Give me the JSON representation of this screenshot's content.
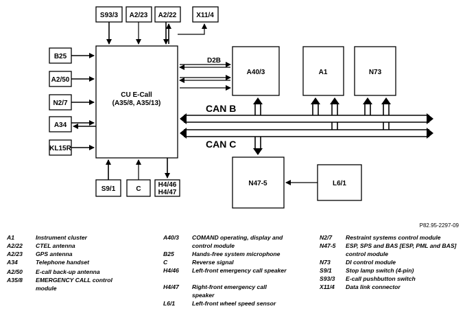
{
  "figure_id": "P82.95-2297-09",
  "blocks": {
    "cu": {
      "line1": "CU  E-Call",
      "line2": "(A35/8, A35/13)"
    },
    "s93": "S93/3",
    "a223": "A2/23",
    "a222": "A2/22",
    "x114": "X11/4",
    "b25": "B25",
    "a250": "A2/50",
    "n27": "N2/7",
    "a34": "A34",
    "kl15r": "KL15R",
    "s91": "S9/1",
    "c": "C",
    "h446": "H4/46",
    "h447": "H4/47",
    "a403": "A40/3",
    "a1": "A1",
    "n73": "N73",
    "n475": "N47-5",
    "l61": "L6/1"
  },
  "buses": {
    "d2b": "D2B",
    "can_b": "CAN B",
    "can_c": "CAN C"
  },
  "legend": {
    "col1": [
      {
        "code": "A1",
        "desc": "Instrument cluster"
      },
      {
        "code": "A2/22",
        "desc": "CTEL antenna"
      },
      {
        "code": "A2/23",
        "desc": "GPS antenna"
      },
      {
        "code": "A34",
        "desc": "Telephone handset"
      },
      {
        "code": "A2/50",
        "desc": "E-call back-up antenna"
      },
      {
        "code": "A35/8",
        "desc": "EMERGENCY CALL control module"
      }
    ],
    "col2": [
      {
        "code": "A40/3",
        "desc": "COMAND operating, display and control module"
      },
      {
        "code": "B25",
        "desc": "Hands-free system microphone"
      },
      {
        "code": "C",
        "desc": "Reverse signal"
      },
      {
        "code": "H4/46",
        "desc": "Left-front emergency call speaker"
      },
      {
        "code": "H4/47",
        "desc": "Right-front emergency call speaker"
      },
      {
        "code": "L6/1",
        "desc": "Left-front wheel speed sensor"
      }
    ],
    "col3": [
      {
        "code": "N2/7",
        "desc": "Restraint systems control module"
      },
      {
        "code": "N47-5",
        "desc": "ESP, SPS and BAS [ESP, PML and BAS] control module"
      },
      {
        "code": "N73",
        "desc": "DI control module"
      },
      {
        "code": "S9/1",
        "desc": "Stop lamp switch (4-pin)"
      },
      {
        "code": "S93/3",
        "desc": "E-call pushbutton switch"
      },
      {
        "code": "X11/4",
        "desc": "Data link connector"
      }
    ]
  }
}
